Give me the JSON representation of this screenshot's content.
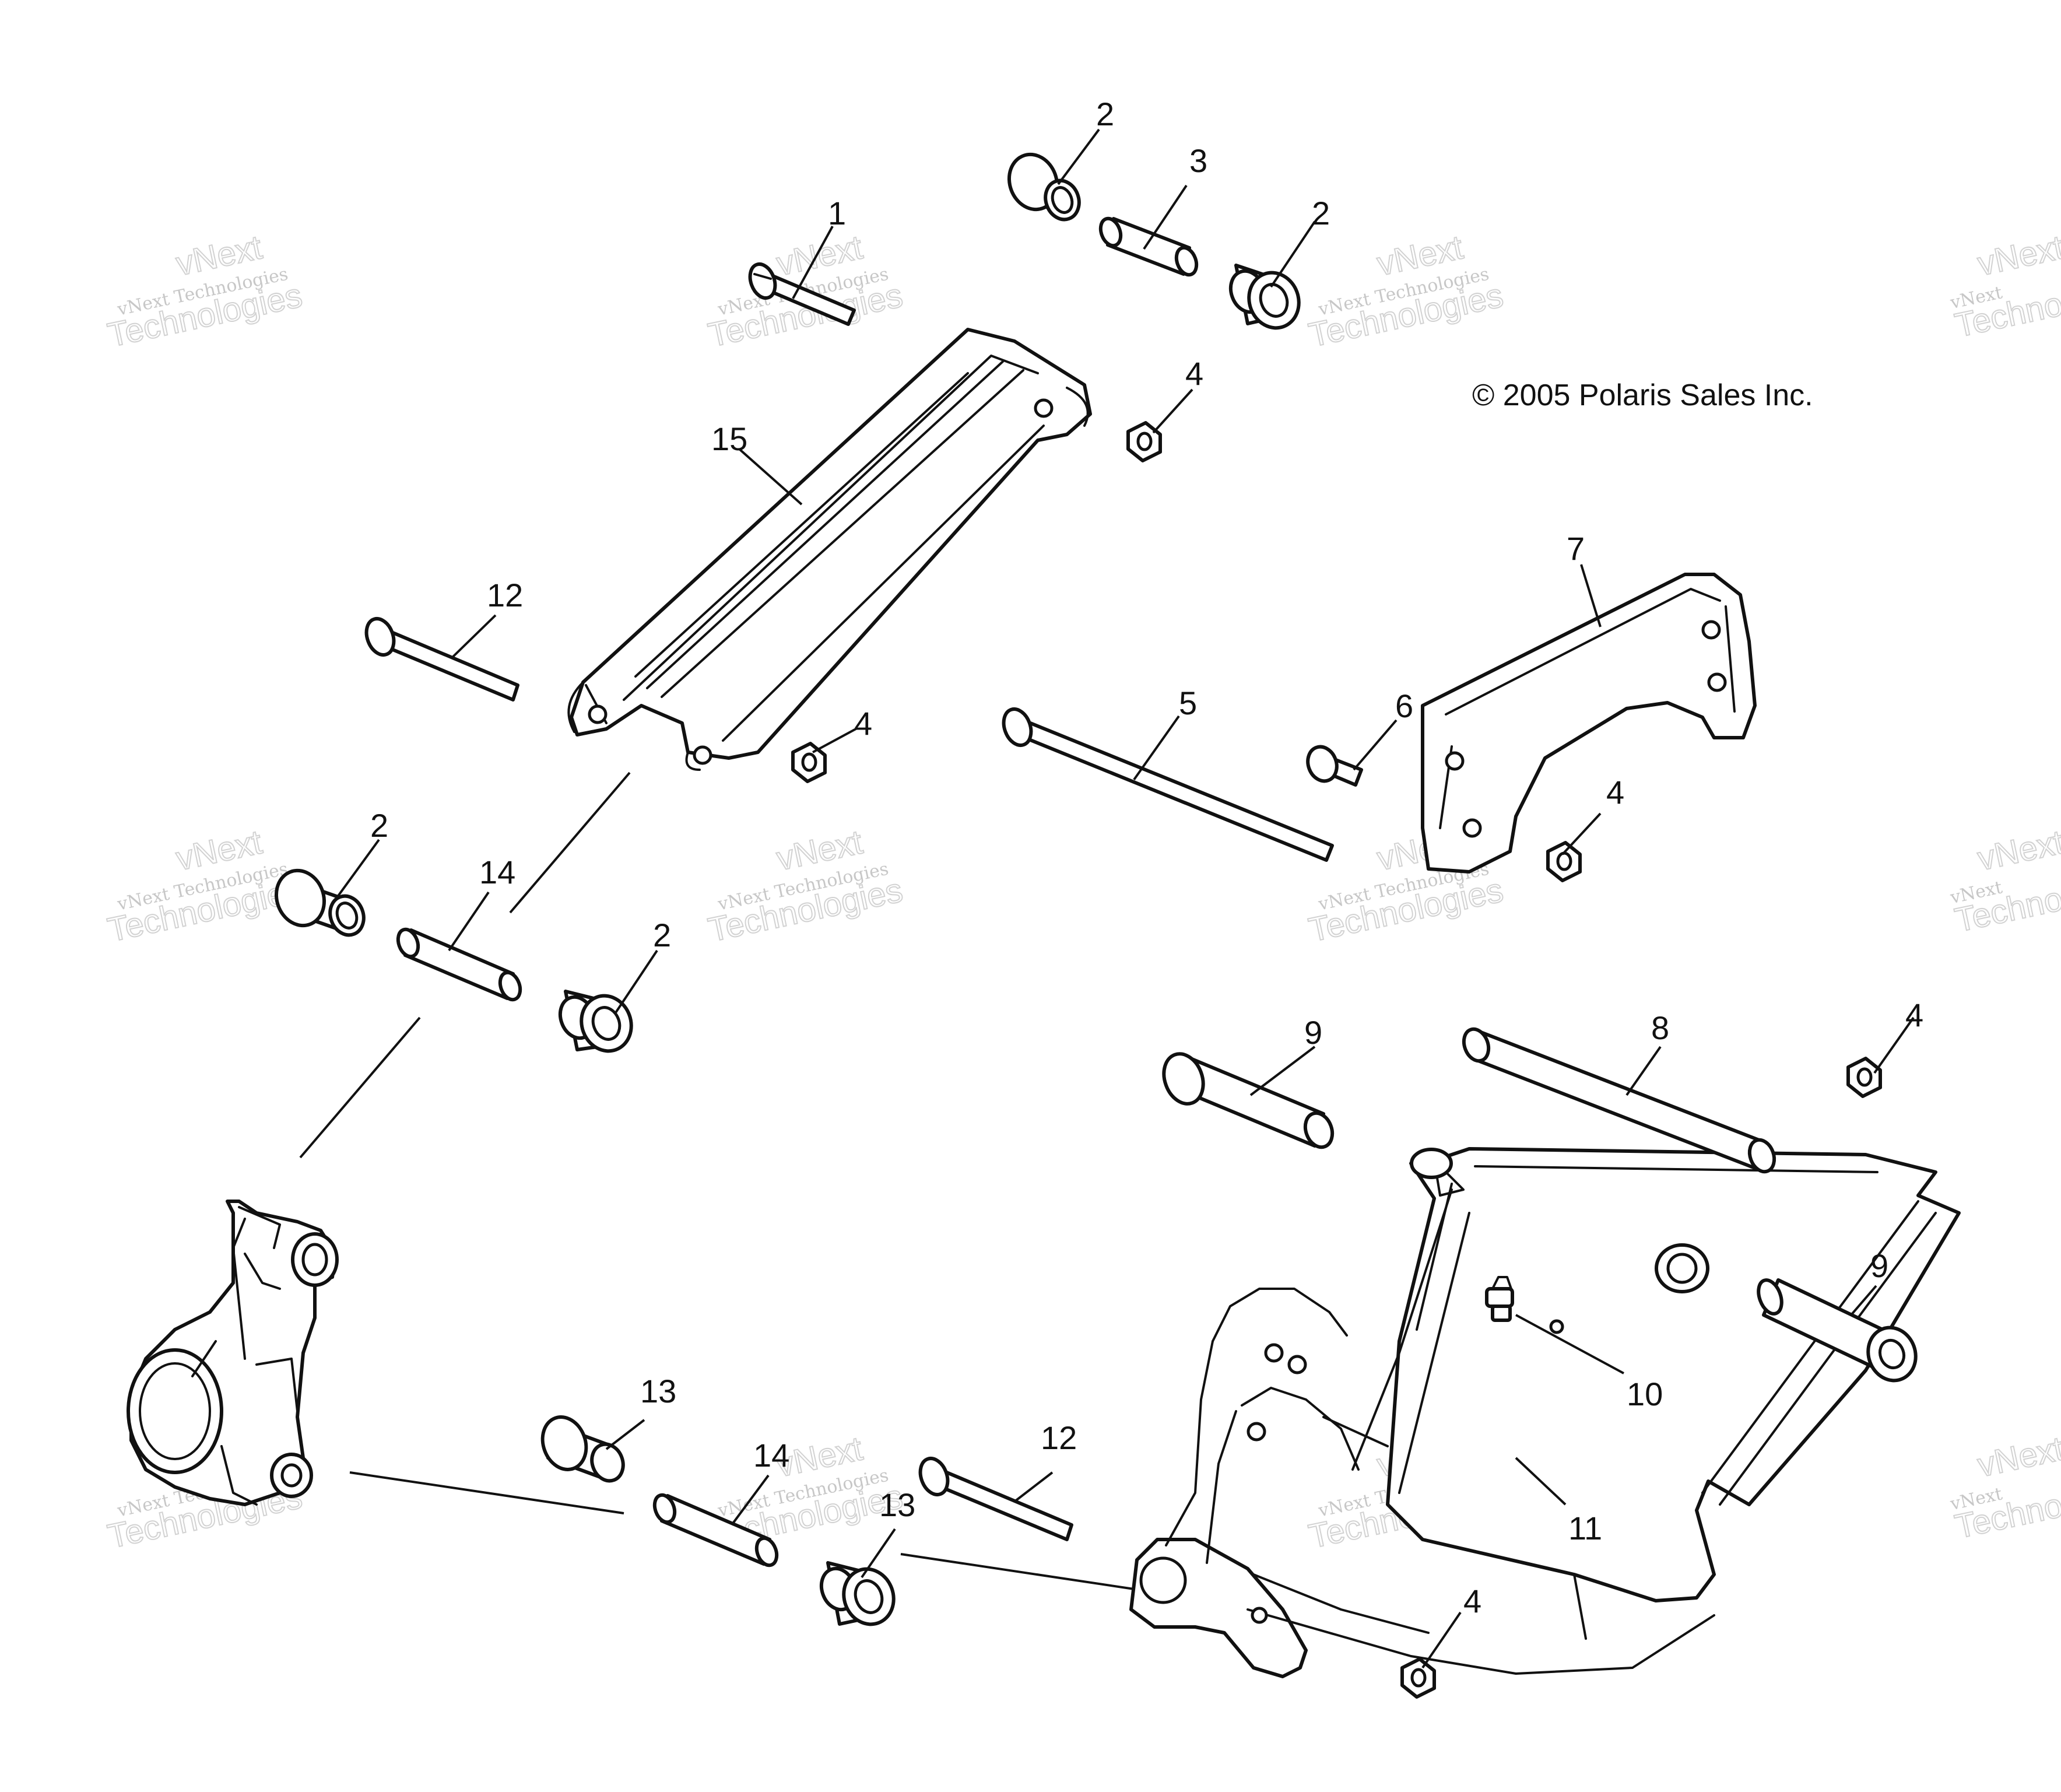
{
  "copyright": "© 2005 Polaris Sales Inc.",
  "watermark": {
    "brand": "vNext Technologies",
    "line1": "vNext",
    "line2": "Technologies"
  },
  "callouts": [
    {
      "id": "c1",
      "label": "1"
    },
    {
      "id": "c2a",
      "label": "2"
    },
    {
      "id": "c2b",
      "label": "2"
    },
    {
      "id": "c2c",
      "label": "2"
    },
    {
      "id": "c2d",
      "label": "2"
    },
    {
      "id": "c3",
      "label": "3"
    },
    {
      "id": "c4a",
      "label": "4"
    },
    {
      "id": "c4b",
      "label": "4"
    },
    {
      "id": "c4c",
      "label": "4"
    },
    {
      "id": "c4d",
      "label": "4"
    },
    {
      "id": "c4e",
      "label": "4"
    },
    {
      "id": "c5",
      "label": "5"
    },
    {
      "id": "c6",
      "label": "6"
    },
    {
      "id": "c7",
      "label": "7"
    },
    {
      "id": "c8",
      "label": "8"
    },
    {
      "id": "c9a",
      "label": "9"
    },
    {
      "id": "c9b",
      "label": "9"
    },
    {
      "id": "c10",
      "label": "10"
    },
    {
      "id": "c11",
      "label": "11"
    },
    {
      "id": "c12a",
      "label": "12"
    },
    {
      "id": "c12b",
      "label": "12"
    },
    {
      "id": "c13a",
      "label": "13"
    },
    {
      "id": "c13b",
      "label": "13"
    },
    {
      "id": "c14a",
      "label": "14"
    },
    {
      "id": "c14b",
      "label": "14"
    },
    {
      "id": "c15",
      "label": "15"
    }
  ]
}
